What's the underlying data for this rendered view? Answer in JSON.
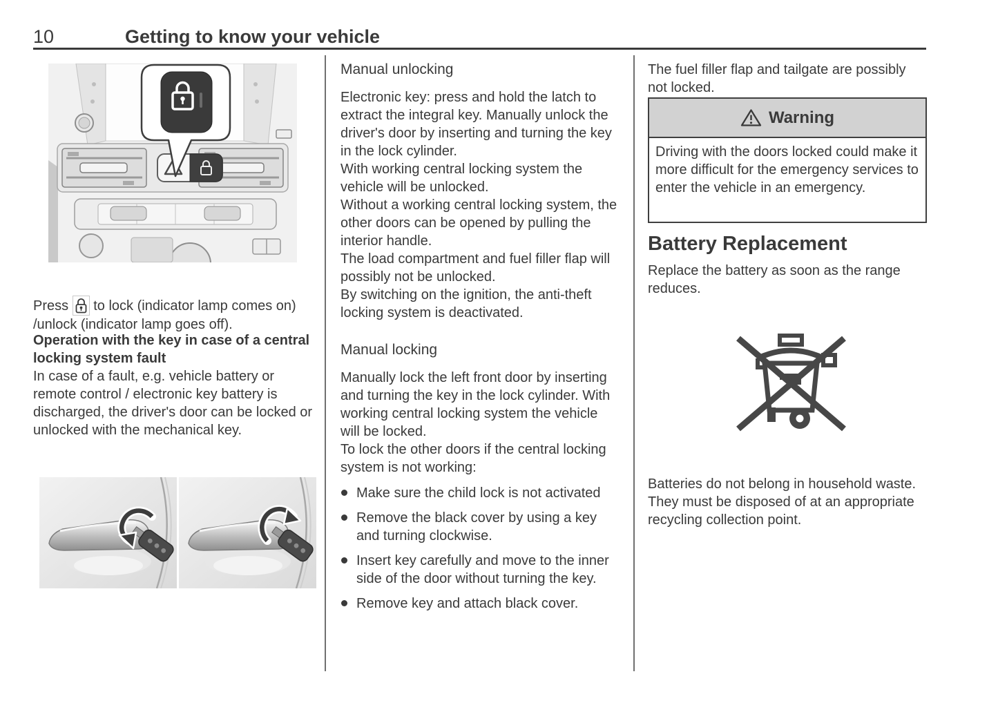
{
  "page": {
    "number": "10",
    "chapter": "Getting to know your vehicle"
  },
  "left": {
    "press_prefix": "Press",
    "press_suffix": "to lock (indicator lamp comes on) /unlock (indicator lamp goes off).",
    "fault_heading": "Operation with the key in case of a central locking system fault",
    "fault_body": "In case of a fault, e.g. vehicle battery or remote control / electronic key battery is discharged, the driver's door can be locked or unlocked with the mechanical key."
  },
  "mid": {
    "unlock_heading": "Manual unlocking",
    "unlock_body": "Electronic key: press and hold the latch to extract the integral key. Manually unlock the driver's door by inserting and turning the key in the lock cylinder.\nWith working central locking system the vehicle will be unlocked.\nWithout a working central locking system, the other doors can be opened by pulling the interior handle.\nThe load compartment and fuel filler flap will possibly not be unlocked.\nBy switching on the ignition, the anti-theft locking system is deactivated.",
    "lock_heading": "Manual locking",
    "lock_body": "Manually lock the left front door by inserting and turning the key in the lock cylinder. With working central locking system the vehicle will be locked.\nTo lock the other doors if the central locking system is not working:",
    "bullets": [
      "Make sure the child lock is not activated",
      "Remove the black cover by using a key and turning clockwise.",
      "Insert key carefully and move to the inner side of the door without turning the key.",
      "Remove key and attach black cover."
    ]
  },
  "right": {
    "intro": "The fuel filler flap and tailgate are possibly not locked.",
    "warning_title": "Warning",
    "warning_body": "Driving with the doors locked could make it more difficult for the emergency services to enter the vehicle in an emergency.",
    "battery_heading": "Battery Replacement",
    "battery_body": "Replace the battery as soon as the range reduces.",
    "disposal": "Batteries do not belong in household waste. They must be disposed of at an appropriate recycling collection point."
  },
  "icons": {
    "lock_button": "closed-padlock-in-box",
    "warning": "warning-triangle",
    "disposal": "crossed-out-wheeled-bin",
    "illustrations": [
      "dashboard-central-locking-button-callout",
      "door-handle-key-unlock",
      "door-handle-key-lock"
    ]
  },
  "colors": {
    "text": "#3a3a3a",
    "warning_header_bg": "#d2d2d2",
    "box_border": "#3f3f3f",
    "divider": "#6f6f6f"
  }
}
